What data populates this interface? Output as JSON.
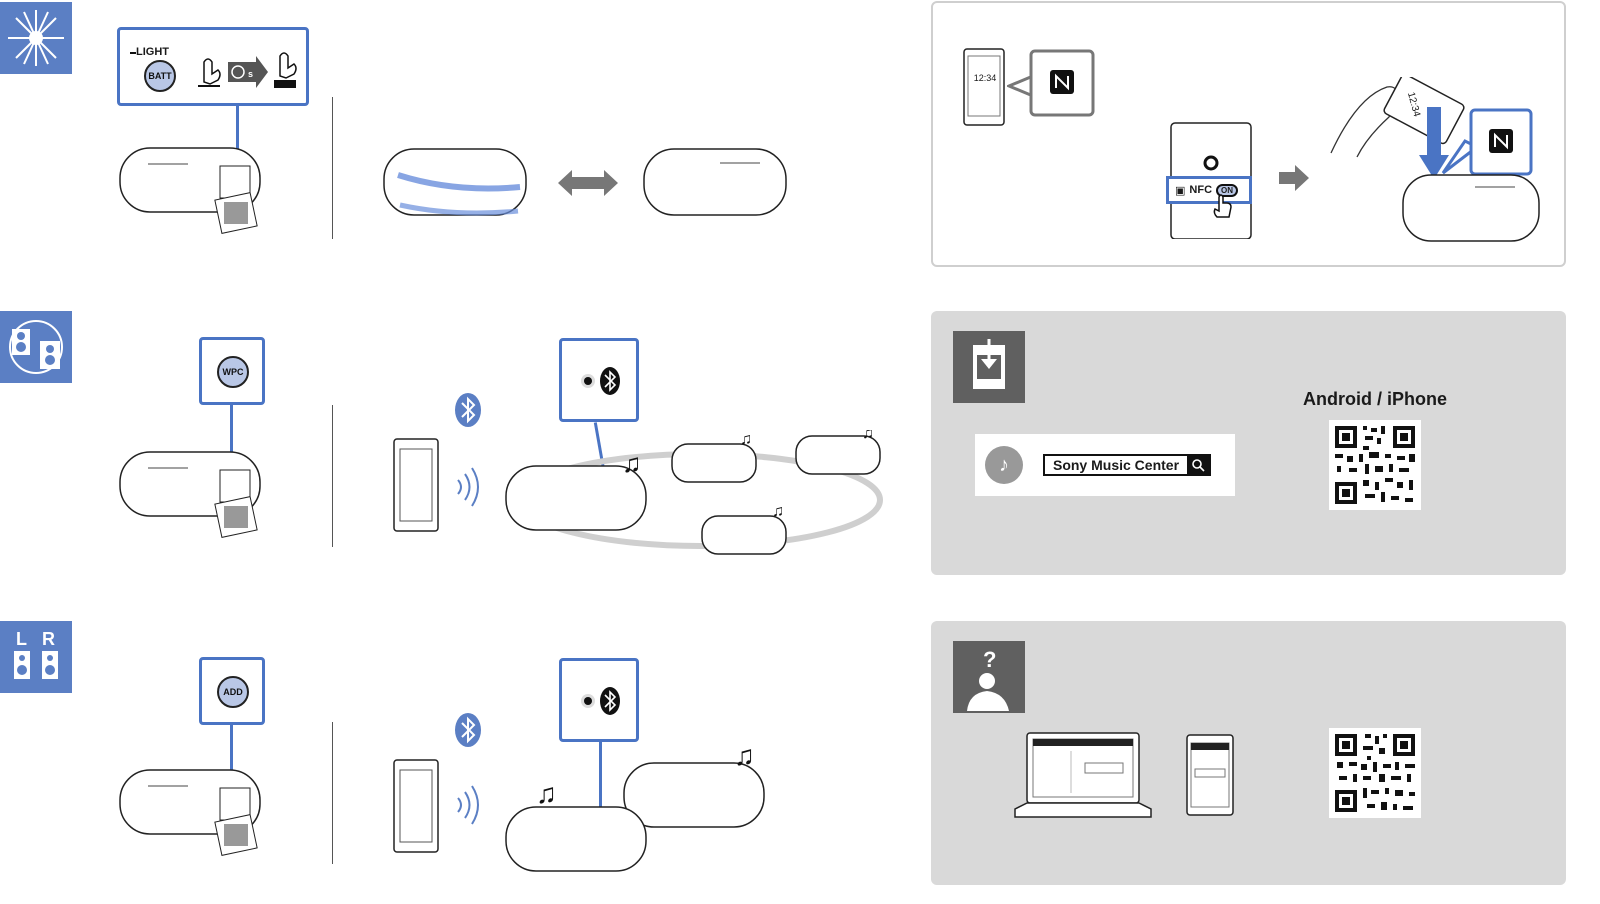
{
  "section_light": {
    "battery_label": "LIGHT",
    "battery_button": "BATT"
  },
  "section_party": {
    "wpc_button": "WPC"
  },
  "section_stereo": {
    "add_button": "ADD",
    "left_label": "L",
    "right_label": "R"
  },
  "nfc_panel": {
    "clock_time": "12:34",
    "nfc_toggle_label": "NFC",
    "nfc_toggle_state": "ON",
    "tilted_phone_time": "12:34"
  },
  "app_panel": {
    "app_search_text": "Sony Music Center",
    "platform_label": "Android / iPhone"
  },
  "colors": {
    "accent_blue": "#4a74c4",
    "icon_blue": "#5b7fc4",
    "panel_gray": "#d9d9d9"
  }
}
